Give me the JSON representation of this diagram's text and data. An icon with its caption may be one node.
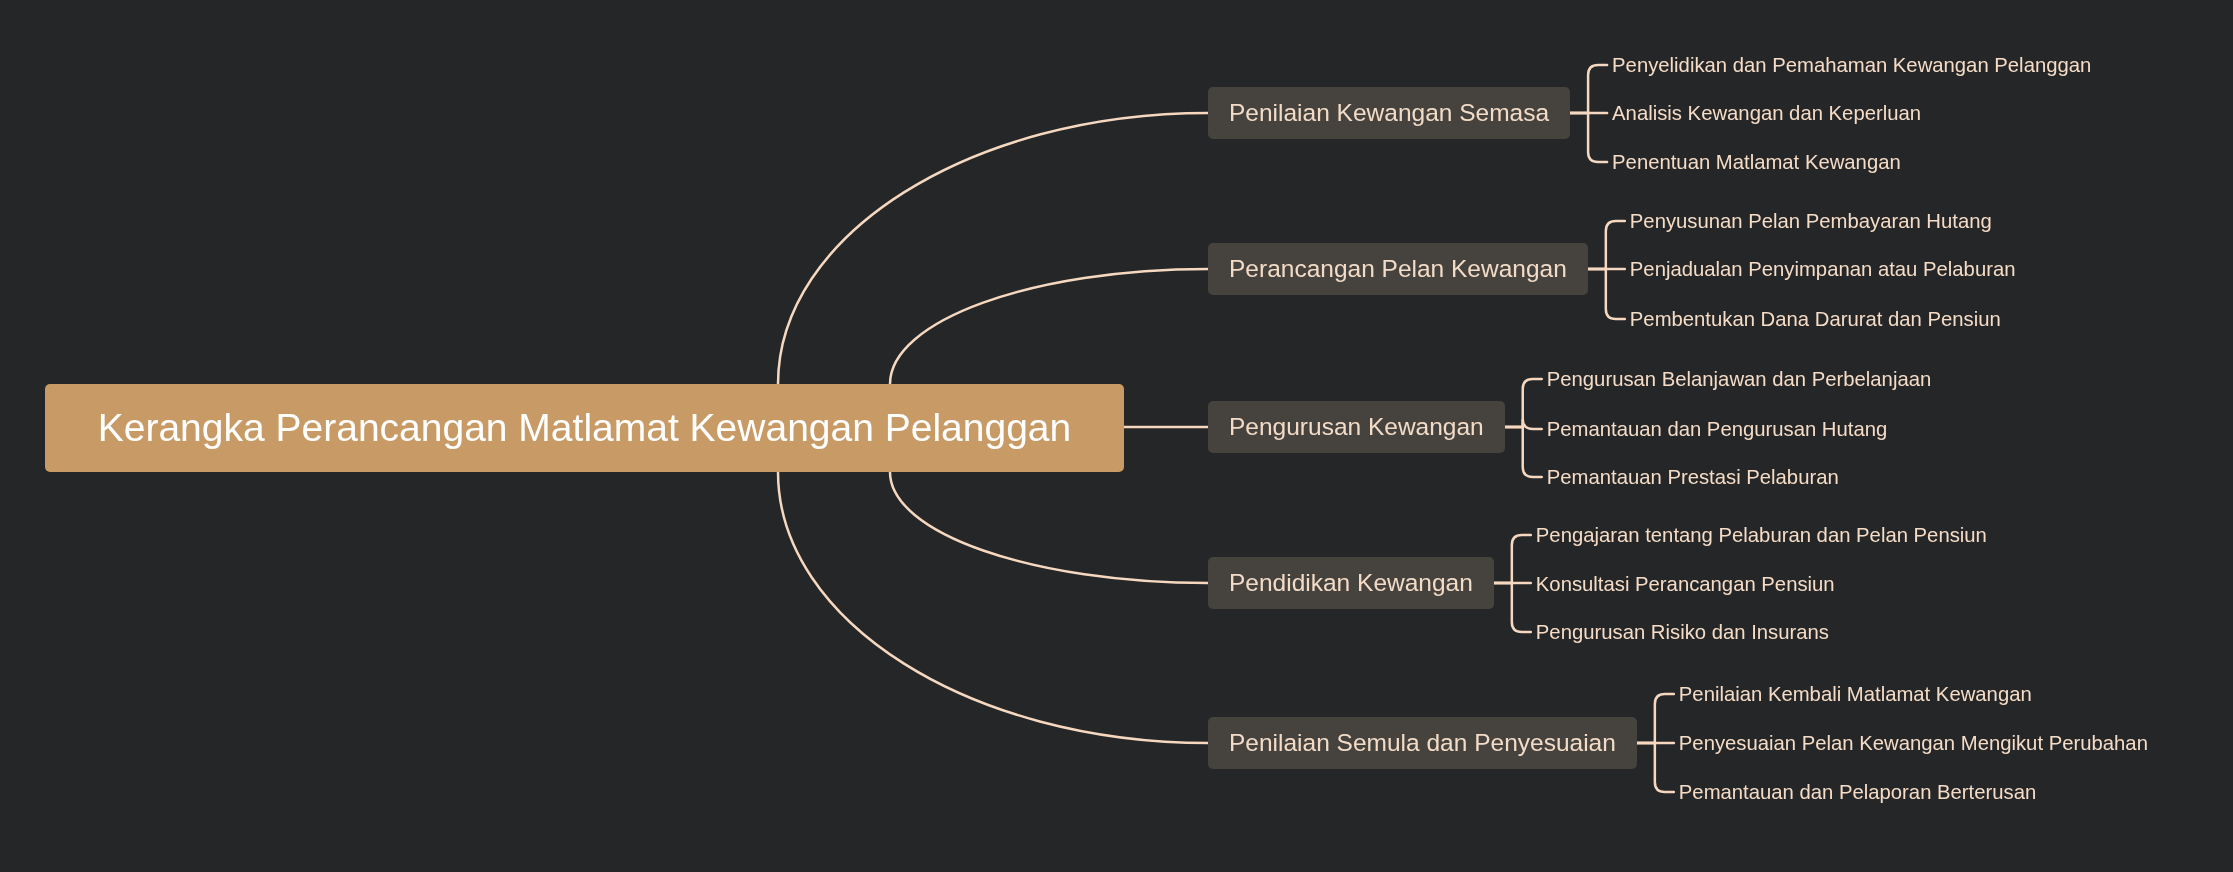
{
  "diagram": {
    "nodes": [
      {
        "text": [
          "Kerangka Perancangan Matlamat Kewangan Pelanggan"
        ]
      },
      {
        "text": [
          "Penilaian Kewangan Semasa"
        ]
      },
      {
        "text": [
          "Penyelidikan dan Pemahaman Kewangan Pelanggan"
        ]
      },
      {
        "text": [
          "Analisis Kewangan dan Keperluan"
        ]
      },
      {
        "text": [
          "Penentuan Matlamat Kewangan"
        ]
      },
      {
        "text": [
          "Perancangan Pelan Kewangan"
        ]
      },
      {
        "text": [
          "Penyusunan Pelan Pembayaran Hutang"
        ]
      },
      {
        "text": [
          "Penjadualan Penyimpanan atau Pelaburan"
        ]
      },
      {
        "text": [
          "Pembentukan Dana Darurat dan Pensiun"
        ]
      },
      {
        "text": [
          "Pengurusan Kewangan"
        ]
      },
      {
        "text": [
          "Pengurusan Belanjawan dan Perbelanjaan"
        ]
      },
      {
        "text": [
          "Pemantauan dan Pengurusan Hutang"
        ]
      },
      {
        "text": [
          "Pemantauan Prestasi Pelaburan"
        ]
      },
      {
        "text": [
          "Pendidikan Kewangan"
        ]
      },
      {
        "text": [
          "Pengajaran tentang Pelaburan dan Pelan Pensiun"
        ]
      },
      {
        "text": [
          "Konsultasi Perancangan Pensiun"
        ]
      },
      {
        "text": [
          "Pengurusan Risiko dan Insurans"
        ]
      },
      {
        "text": [
          "Penilaian Semula dan Penyesuaian"
        ]
      },
      {
        "text": [
          "Penilaian Kembali Matlamat Kewangan"
        ]
      },
      {
        "text": [
          "Penyesuaian Pelan Kewangan Mengikut Perubahan"
        ]
      },
      {
        "text": [
          "Pemantauan dan Pelaporan Berterusan"
        ]
      }
    ],
    "edges": [
      {
        "from": 0,
        "to": 1,
        "arrow": "none"
      },
      {
        "from": 1,
        "to": 2,
        "arrow": "none"
      },
      {
        "from": 1,
        "to": 3,
        "arrow": "none"
      },
      {
        "from": 1,
        "to": 4,
        "arrow": "none"
      },
      {
        "from": 0,
        "to": 5,
        "arrow": "none"
      },
      {
        "from": 5,
        "to": 6,
        "arrow": "none"
      },
      {
        "from": 5,
        "to": 7,
        "arrow": "none"
      },
      {
        "from": 5,
        "to": 8,
        "arrow": "none"
      },
      {
        "from": 0,
        "to": 9,
        "arrow": "none"
      },
      {
        "from": 9,
        "to": 10,
        "arrow": "none"
      },
      {
        "from": 9,
        "to": 11,
        "arrow": "none"
      },
      {
        "from": 9,
        "to": 12,
        "arrow": "none"
      },
      {
        "from": 0,
        "to": 13,
        "arrow": "none"
      },
      {
        "from": 13,
        "to": 14,
        "arrow": "none"
      },
      {
        "from": 13,
        "to": 15,
        "arrow": "none"
      },
      {
        "from": 13,
        "to": 16,
        "arrow": "none"
      },
      {
        "from": 0,
        "to": 17,
        "arrow": "none"
      },
      {
        "from": 17,
        "to": 18,
        "arrow": "none"
      },
      {
        "from": 17,
        "to": 19,
        "arrow": "none"
      },
      {
        "from": 17,
        "to": 20,
        "arrow": "none"
      }
    ]
  }
}
